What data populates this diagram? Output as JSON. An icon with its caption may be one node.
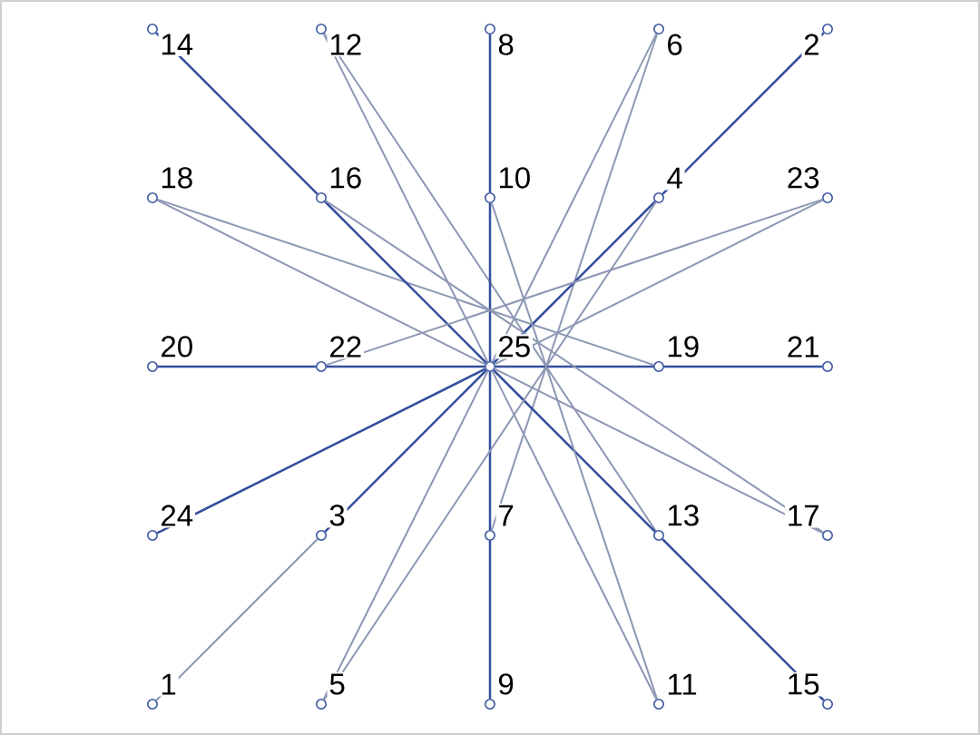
{
  "diagram": {
    "nodes": [
      {
        "text": [],
        "shape": "circle",
        "beside": [
          "14"
        ]
      },
      {
        "text": [],
        "shape": "circle",
        "beside": [
          "12"
        ]
      },
      {
        "text": [],
        "shape": "circle",
        "beside": [
          "8"
        ]
      },
      {
        "text": [],
        "shape": "circle",
        "beside": [
          "6"
        ]
      },
      {
        "text": [],
        "shape": "circle",
        "beside": [
          "2"
        ]
      },
      {
        "text": [],
        "shape": "circle",
        "beside": [
          "18"
        ]
      },
      {
        "text": [],
        "shape": "circle",
        "beside": [
          "16"
        ]
      },
      {
        "text": [],
        "shape": "circle",
        "beside": [
          "10"
        ]
      },
      {
        "text": [],
        "shape": "circle",
        "beside": [
          "4"
        ]
      },
      {
        "text": [],
        "shape": "circle",
        "beside": [
          "23"
        ]
      },
      {
        "text": [],
        "shape": "circle",
        "beside": [
          "20"
        ]
      },
      {
        "text": [],
        "shape": "circle",
        "beside": [
          "22"
        ]
      },
      {
        "text": [],
        "shape": "circle",
        "beside": [
          "25"
        ]
      },
      {
        "text": [],
        "shape": "circle",
        "beside": [
          "19"
        ]
      },
      {
        "text": [],
        "shape": "circle",
        "beside": [
          "21"
        ]
      },
      {
        "text": [],
        "shape": "circle",
        "beside": [
          "24"
        ]
      },
      {
        "text": [],
        "shape": "circle",
        "beside": [
          "3"
        ]
      },
      {
        "text": [],
        "shape": "circle",
        "beside": [
          "7"
        ]
      },
      {
        "text": [],
        "shape": "circle",
        "beside": [
          "13"
        ]
      },
      {
        "text": [],
        "shape": "circle",
        "beside": [
          "17"
        ]
      },
      {
        "text": [],
        "shape": "circle",
        "beside": [
          "1"
        ]
      },
      {
        "text": [],
        "shape": "circle",
        "beside": [
          "5"
        ]
      },
      {
        "text": [],
        "shape": "circle",
        "beside": [
          "9"
        ]
      },
      {
        "text": [],
        "shape": "circle",
        "beside": [
          "11"
        ]
      },
      {
        "text": [],
        "shape": "circle",
        "beside": [
          "15"
        ]
      }
    ],
    "edges": [
      {
        "from": 0,
        "to": 6,
        "arrow": "none"
      },
      {
        "from": 1,
        "to": 12,
        "arrow": "none",
        "color": "#8c97b3"
      },
      {
        "from": 1,
        "to": 18,
        "arrow": "none",
        "color": "#8c97b3"
      },
      {
        "from": 2,
        "to": 7,
        "arrow": "none"
      },
      {
        "from": 3,
        "to": 12,
        "arrow": "none",
        "color": "#8c97b3"
      },
      {
        "from": 3,
        "to": 17,
        "arrow": "none",
        "color": "#8c97b3"
      },
      {
        "from": 4,
        "to": 8,
        "arrow": "none"
      },
      {
        "from": 5,
        "to": 12,
        "arrow": "none",
        "color": "#8c97b3"
      },
      {
        "from": 5,
        "to": 13,
        "arrow": "none",
        "color": "#8c97b3"
      },
      {
        "from": 6,
        "to": 12,
        "arrow": "none"
      },
      {
        "from": 7,
        "to": 12,
        "arrow": "none"
      },
      {
        "from": 8,
        "to": 12,
        "arrow": "none"
      },
      {
        "from": 9,
        "to": 12,
        "arrow": "none",
        "color": "#8c97b3"
      },
      {
        "from": 9,
        "to": 11,
        "arrow": "none",
        "color": "#8c97b3"
      },
      {
        "from": 10,
        "to": 11,
        "arrow": "none"
      },
      {
        "from": 11,
        "to": 12,
        "arrow": "none"
      },
      {
        "from": 13,
        "to": 12,
        "arrow": "none"
      },
      {
        "from": 14,
        "to": 13,
        "arrow": "none"
      },
      {
        "from": 15,
        "to": 12,
        "arrow": "none"
      },
      {
        "from": 16,
        "to": 12,
        "arrow": "none"
      },
      {
        "from": 17,
        "to": 12,
        "arrow": "none"
      },
      {
        "from": 18,
        "to": 12,
        "arrow": "none"
      },
      {
        "from": 19,
        "to": 12,
        "arrow": "none",
        "color": "#8c97b3"
      },
      {
        "from": 19,
        "to": 6,
        "arrow": "none",
        "color": "#8c97b3"
      },
      {
        "from": 20,
        "to": 16,
        "arrow": "none",
        "color": "#8c97b3"
      },
      {
        "from": 21,
        "to": 12,
        "arrow": "none",
        "color": "#8c97b3"
      },
      {
        "from": 21,
        "to": 8,
        "arrow": "none",
        "color": "#8c97b3"
      },
      {
        "from": 22,
        "to": 17,
        "arrow": "none"
      },
      {
        "from": 23,
        "to": 12,
        "arrow": "none",
        "color": "#8c97b3"
      },
      {
        "from": 23,
        "to": 7,
        "arrow": "none",
        "color": "#8c97b3"
      },
      {
        "from": 24,
        "to": 18,
        "arrow": "none"
      }
    ]
  }
}
